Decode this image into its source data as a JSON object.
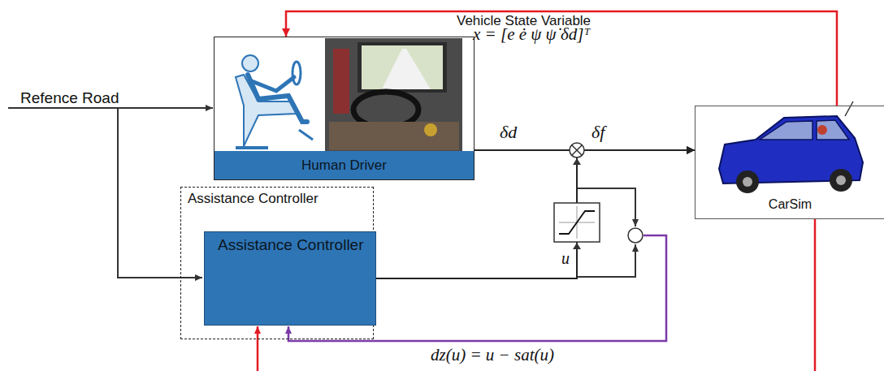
{
  "diagram": {
    "nodes": [
      {
        "text": [
          "Human Driver"
        ]
      },
      {
        "text": [
          "Assistance Controller"
        ]
      },
      {
        "text": [
          "Assistance Controller"
        ],
        "in": 1
      },
      {
        "text": [
          "CarSim"
        ]
      }
    ],
    "edges": [
      {
        "from": 3,
        "to": 0,
        "arrow": "to"
      },
      {
        "from": 0,
        "to": 3,
        "arrow": "to"
      },
      {
        "from": 2,
        "to": 3,
        "arrow": "to"
      }
    ],
    "labels": [
      "Refence Road",
      "Vehicle State Variable",
      "x = [e  ė  ψ  ψ̇  δd]ᵀ",
      "δd",
      "δf",
      "u",
      "dz(u) = u − sat(u)"
    ]
  }
}
